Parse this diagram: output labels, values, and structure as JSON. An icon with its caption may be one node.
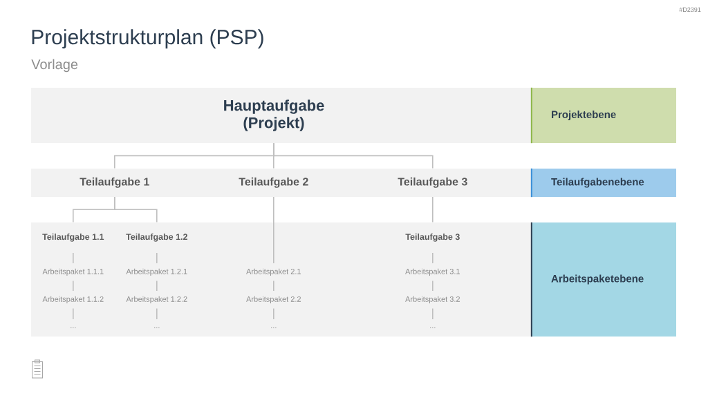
{
  "diagram": {
    "title": "Projektstrukturplan (PSP)",
    "nodes": [
      {
        "text": [
          "Hauptaufgabe (Projekt)"
        ]
      },
      {
        "text": [
          "Projektebene"
        ]
      },
      {
        "text": [],
        "shape": "box"
      },
      {
        "text": [
          "Teilaufgabe 1"
        ],
        "in": 2
      },
      {
        "text": [
          "Teilaufgabe 2"
        ],
        "in": 2
      },
      {
        "text": [
          "Teilaufgabe 3"
        ],
        "in": 2
      },
      {
        "text": [
          "Teilaufgabenebene"
        ]
      },
      {
        "text": [],
        "shape": "box"
      },
      {
        "text": [
          "Teilaufgabe 1.1"
        ],
        "in": 7
      },
      {
        "text": [
          "Teilaufgabe 1.2"
        ],
        "in": 7
      },
      {
        "text": [
          "Teilaufgabe 3"
        ],
        "in": 7
      },
      {
        "text": [
          "Arbeitspaket 1.1.1"
        ],
        "in": 7
      },
      {
        "text": [
          "Arbeitspaket 1.2.1"
        ],
        "in": 7
      },
      {
        "text": [
          "Arbeitspaket 2.1"
        ],
        "in": 7
      },
      {
        "text": [
          "Arbeitspaket 3.1"
        ],
        "in": 7
      },
      {
        "text": [
          "Arbeitspaket 1.1.2"
        ],
        "in": 7
      },
      {
        "text": [
          "Arbeitspaket 1.2.2"
        ],
        "in": 7
      },
      {
        "text": [
          "Arbeitspaket 2.2"
        ],
        "in": 7
      },
      {
        "text": [
          "Arbeitspaket 3.2"
        ],
        "in": 7
      },
      {
        "text": [
          "..."
        ],
        "in": 7
      },
      {
        "text": [
          "..."
        ],
        "in": 7
      },
      {
        "text": [
          "..."
        ],
        "in": 7
      },
      {
        "text": [
          "..."
        ],
        "in": 7
      },
      {
        "text": [
          "Arbeitspaketebene"
        ]
      }
    ],
    "edges": [
      {
        "from": 0,
        "to": 3,
        "arrow": "none"
      },
      {
        "from": 0,
        "to": 4,
        "arrow": "none"
      },
      {
        "from": 0,
        "to": 5,
        "arrow": "none"
      },
      {
        "from": 3,
        "to": 8,
        "arrow": "none"
      },
      {
        "from": 3,
        "to": 9,
        "arrow": "none"
      },
      {
        "from": 4,
        "to": 13,
        "arrow": "none"
      },
      {
        "from": 5,
        "to": 10,
        "arrow": "none"
      },
      {
        "from": 8,
        "to": 11,
        "arrow": "none"
      },
      {
        "from": 11,
        "to": 15,
        "arrow": "none"
      },
      {
        "from": 15,
        "to": 19,
        "arrow": "none"
      },
      {
        "from": 9,
        "to": 12,
        "arrow": "none"
      },
      {
        "from": 12,
        "to": 16,
        "arrow": "none"
      },
      {
        "from": 16,
        "to": 20,
        "arrow": "none"
      },
      {
        "from": 13,
        "to": 17,
        "arrow": "none"
      },
      {
        "from": 17,
        "to": 21,
        "arrow": "none"
      },
      {
        "from": 10,
        "to": 14,
        "arrow": "none"
      },
      {
        "from": 14,
        "to": 18,
        "arrow": "none"
      },
      {
        "from": 18,
        "to": 22,
        "arrow": "none"
      }
    ],
    "labels": [
      "#D2391",
      "Vorlage"
    ]
  }
}
